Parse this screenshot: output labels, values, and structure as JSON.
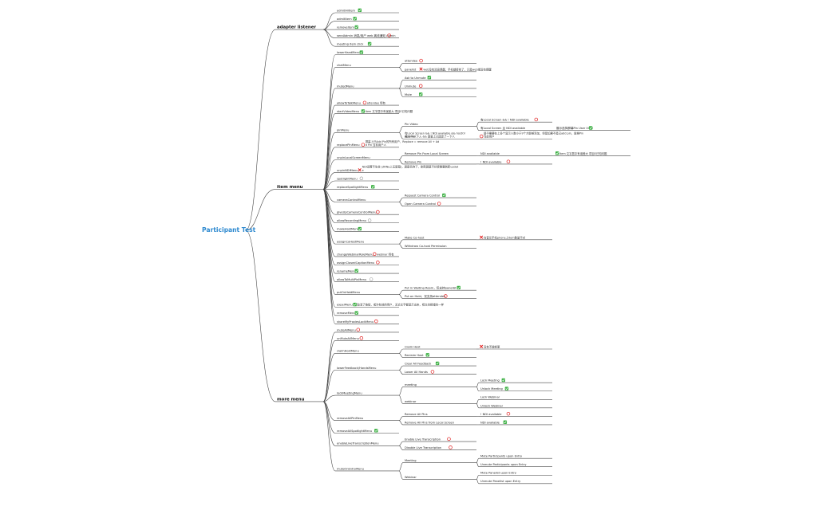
{
  "root": "Participant Test",
  "branches": [
    {
      "label": "adapter listener",
      "children": [
        {
          "label": "admitAllItem",
          "status": "ok"
        },
        {
          "label": "admitItem",
          "status": "ok"
        },
        {
          "label": "removeItem",
          "status": "ok"
        },
        {
          "label": "sendAdmin 消息/用户 web 离线通知 Admin",
          "status": "todo"
        },
        {
          "label": "meeting item click",
          "status": "ok"
        }
      ]
    },
    {
      "label": "item menu",
      "children": [
        {
          "label": "lowerHandMenu",
          "status": "ok"
        },
        {
          "label": "chatMenu",
          "children": [
            {
              "label": "attendee",
              "status": "todo"
            },
            {
              "label": "panelist",
              "status": "fail",
              "note": "web没有消息提醒，手机端接收了，只是web端没有提醒"
            }
          ]
        },
        {
          "label": "mutedMenu",
          "children": [
            {
              "label": "Ask to Unmute",
              "status": "ok"
            },
            {
              "label": "Unmute",
              "status": "todo"
            },
            {
              "label": "Mute",
              "status": "ok"
            }
          ]
        },
        {
          "label": "allowToTalkMenu",
          "status": "todo",
          "note": "attendee 特有"
        },
        {
          "label": "startVideoMenu",
          "status": "ok",
          "note": "item 文字居中有误差大 项目E已知问题"
        },
        {
          "label": "pinMenu",
          "children": [
            {
              "label": "Pin Video",
              "children": [
                {
                  "label": "有Local Screen && ! NDI available",
                  "status": "todo"
                },
                {
                  "label": "有Local Screen 且 NDI available",
                  "children": [
                    {
                      "label": "展示选择屏幕Pin User View",
                      "status": "ok"
                    }
                  ]
                }
              ]
            },
            {
              "label": "Add Pin",
              "note": "有Local Screen && ! NDI available && hostOr 或cohost下入 && 屏幕上已固定了一下人",
              "children": [
                {
                  "label": "",
                  "status": "todo",
                  "note": "屏不需要在上多个显示人数小于9个才能够添加，但是如果不是已add pin，能够Pin当前用户"
                }
              ]
            }
          ]
        },
        {
          "label": "replacePinMenu",
          "note": "屏幕上已Add Pin的所有用户，Replace = remove All + Add Pin 当前用户人",
          "status": "todo"
        },
        {
          "label": "unpinLocalScreenMenu",
          "children": [
            {
              "label": "Remove Pin From Local Screen",
              "children": [
                {
                  "label": "NDI available",
                  "children": [
                    {
                      "label": "",
                      "status": "ok",
                      "note": "item 文字居中有误差大 项目E已知问题"
                    }
                  ]
                }
              ]
            },
            {
              "label": "Remove Pin",
              "children": [
                {
                  "label": "! NDI available",
                  "status": "todo"
                }
              ]
            }
          ]
        },
        {
          "label": "unpinNDIMenu",
          "status": "fail",
          "note": "NDI设置不生效 (ZRNe上无屏幕)，屏幕名称下，刷新屏幕不好使需要刷新update"
        },
        {
          "label": "spotlightMenu",
          "status": "none"
        },
        {
          "label": "replaceSpotlightMenu",
          "status": "ok"
        },
        {
          "label": "cameraControlMenu",
          "children": [
            {
              "label": "Request Camera Control",
              "status": "ok"
            },
            {
              "label": "Open Camera Control",
              "status": "todo"
            }
          ]
        },
        {
          "label": "giveUpCameraControlMenu",
          "status": "todo"
        },
        {
          "label": "allowRecordingMenu",
          "status": "none"
        },
        {
          "label": "makeHostMenu",
          "status": "ok"
        },
        {
          "label": "assignCoHostMenu",
          "children": [
            {
              "label": "Make Co-host",
              "children": [
                {
                  "label": "",
                  "status": "fail",
                  "note": "在音乐手机phone上item数量不对"
                }
              ]
            },
            {
              "label": "Withdraw Co-host Permission"
            }
          ]
        },
        {
          "label": "changeWebinarRoleMenu",
          "status": "todo",
          "note": "webinar 特有"
        },
        {
          "label": "assignClosedCaptionMenu",
          "status": "todo"
        },
        {
          "label": "renameMenu",
          "status": "ok"
        },
        {
          "label": "allowToMultiPinMenu",
          "status": "none"
        },
        {
          "label": "putOnHoldMenu",
          "children": [
            {
              "label": "Put in Waiting Room，仅支持panelist",
              "status": "ok"
            },
            {
              "label": "Put on Hold，仅支持attendee",
              "status": "todo"
            }
          ]
        },
        {
          "label": "expelMenu",
          "status": "ok",
          "note": "取消了按钮，或许有效的用户，无论文字都显示出来，视文也报错也一样"
        },
        {
          "label": "removeMenu",
          "status": "ok"
        },
        {
          "label": "shareMyProxiesLockMenu",
          "status": "todo"
        }
      ]
    },
    {
      "label": "more menu",
      "children": [
        {
          "label": "muteAllMenu",
          "status": "todo"
        },
        {
          "label": "unMuteAllMenu",
          "status": "todo"
        },
        {
          "label": "claimHostMenu",
          "children": [
            {
              "label": "Claim Host",
              "children": [
                {
                  "label": "",
                  "status": "fail",
                  "note": "没有不能够更"
                }
              ]
            },
            {
              "label": "Reclaim Host",
              "status": "ok"
            }
          ]
        },
        {
          "label": "lowerFeedback/HandsMenu",
          "children": [
            {
              "label": "Clear All Feedback",
              "status": "ok"
            },
            {
              "label": "Lower All Hands",
              "status": "todo"
            }
          ]
        },
        {
          "label": "lockMeetingMenu",
          "children": [
            {
              "label": "meeting",
              "children": [
                {
                  "label": "Lock Meeting",
                  "status": "ok"
                },
                {
                  "label": "Unlock Meeting",
                  "status": "ok"
                }
              ]
            },
            {
              "label": "webinar",
              "children": [
                {
                  "label": "Lock Webinar"
                },
                {
                  "label": "Unlock Webinar"
                }
              ]
            }
          ]
        },
        {
          "label": "removeAllPinMenu",
          "children": [
            {
              "label": "Remove All Pins",
              "children": [
                {
                  "label": "! NDI available",
                  "status": "todo"
                }
              ]
            },
            {
              "label": "Remove All Pins from Local Screen",
              "children": [
                {
                  "label": "NDI available",
                  "status": "ok"
                }
              ]
            }
          ]
        },
        {
          "label": "removeAllSpotlightMenu",
          "status": "ok"
        },
        {
          "label": "enableLiveTranscriptionMenu",
          "children": [
            {
              "label": "Enable Live Transcription",
              "status": "todo"
            },
            {
              "label": "Disable Live Transcription",
              "status": "todo"
            }
          ]
        },
        {
          "label": "muteOnEntryMenu",
          "children": [
            {
              "label": "Meeting",
              "children": [
                {
                  "label": "Mute Participants upon Entry"
                },
                {
                  "label": "Unmute Participants upon Entry"
                }
              ]
            },
            {
              "label": "Webinar",
              "children": [
                {
                  "label": "Mute Panelist upon Entry"
                },
                {
                  "label": "Unmute Panelist upon Entry"
                }
              ]
            }
          ]
        }
      ]
    }
  ],
  "status_colors": {
    "ok": "#3cb043",
    "todo": "#e02020",
    "fail": "#e02020",
    "none": "#9a9a9a"
  },
  "icons": {
    "ok": "green-check-icon",
    "todo": "red-circle-icon",
    "fail": "red-cross-icon",
    "none": "grey-circle-icon"
  }
}
